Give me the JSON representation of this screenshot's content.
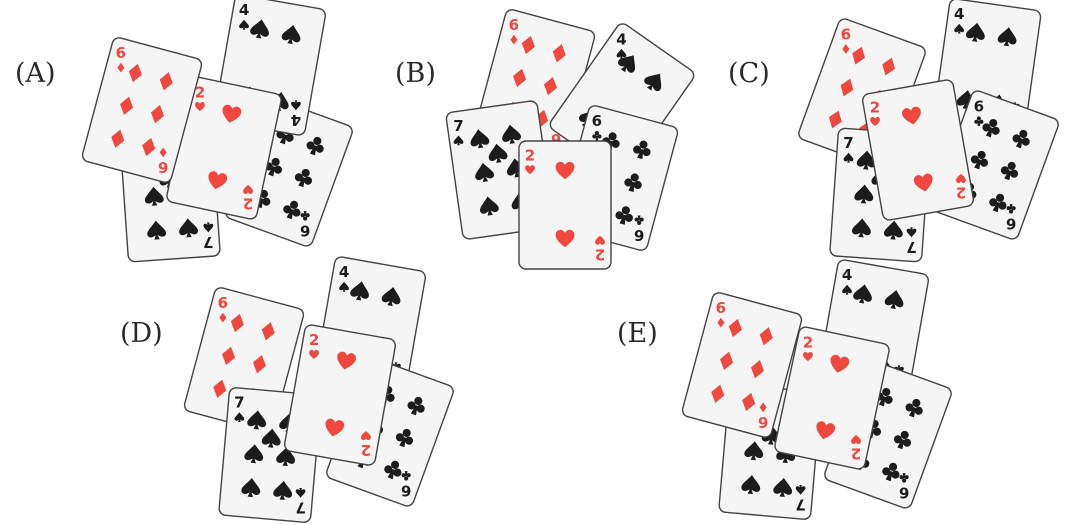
{
  "colors": {
    "red": "#f0483e",
    "black": "#1c1c1c"
  },
  "options": [
    {
      "label": "(A)",
      "cards": [
        {
          "rank": "7",
          "suit": "spade"
        },
        {
          "rank": "6",
          "suit": "club"
        },
        {
          "rank": "4",
          "suit": "spade"
        },
        {
          "rank": "2",
          "suit": "heart"
        },
        {
          "rank": "6",
          "suit": "diamond"
        }
      ]
    },
    {
      "label": "(B)",
      "cards": [
        {
          "rank": "6",
          "suit": "diamond"
        },
        {
          "rank": "4",
          "suit": "spade"
        },
        {
          "rank": "6",
          "suit": "club"
        },
        {
          "rank": "7",
          "suit": "spade"
        },
        {
          "rank": "2",
          "suit": "heart"
        }
      ]
    },
    {
      "label": "(C)",
      "cards": [
        {
          "rank": "6",
          "suit": "diamond"
        },
        {
          "rank": "4",
          "suit": "spade"
        },
        {
          "rank": "6",
          "suit": "club"
        },
        {
          "rank": "7",
          "suit": "spade"
        },
        {
          "rank": "2",
          "suit": "heart"
        }
      ]
    },
    {
      "label": "(D)",
      "cards": [
        {
          "rank": "6",
          "suit": "diamond"
        },
        {
          "rank": "4",
          "suit": "spade"
        },
        {
          "rank": "6",
          "suit": "club"
        },
        {
          "rank": "7",
          "suit": "spade"
        },
        {
          "rank": "2",
          "suit": "heart"
        }
      ]
    },
    {
      "label": "(E)",
      "cards": [
        {
          "rank": "4",
          "suit": "spade"
        },
        {
          "rank": "6",
          "suit": "club"
        },
        {
          "rank": "7",
          "suit": "spade"
        },
        {
          "rank": "6",
          "suit": "diamond"
        },
        {
          "rank": "2",
          "suit": "heart"
        }
      ]
    }
  ]
}
